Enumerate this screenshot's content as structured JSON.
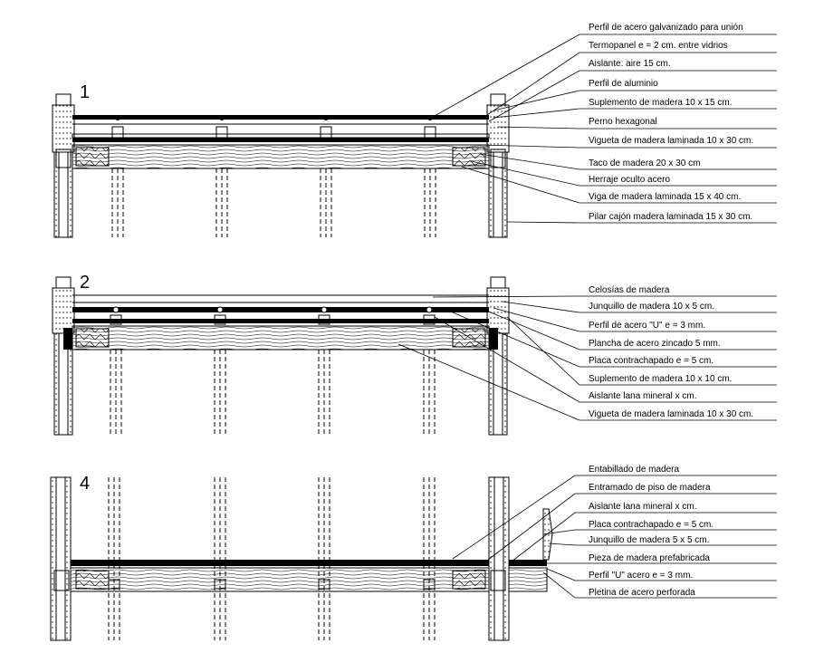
{
  "sections": [
    {
      "number": "1",
      "labels": [
        "Perfil de acero galvanizado para unión",
        "Termopanel e = 2 cm. entre vidrios",
        "Aislante: aire 15 cm.",
        "Perfil de aluminio",
        "Suplemento de madera 10 x 15 cm.",
        "Perno hexagonal",
        "Vigueta de madera laminada 10 x 30 cm.",
        "Taco de madera 20 x 30 cm",
        "Herraje oculto acero",
        "Viga de madera laminada 15 x 40 cm.",
        "Pilar cajón madera laminada 15 x 30 cm."
      ]
    },
    {
      "number": "2",
      "labels": [
        "Celosías de madera",
        "Junquillo de madera 10 x 5 cm.",
        "Perfil de acero \"U\" e = 3 mm.",
        "Plancha de acero zincado 5 mm.",
        "Placa contrachapado e = 5 cm.",
        "Suplemento de madera 10 x 10 cm.",
        "Aislante lana mineral x cm.",
        "Vigueta de madera laminada 10 x 30 cm."
      ]
    },
    {
      "number": "4",
      "labels": [
        "Entabillado de madera",
        "Entramado de piso de madera",
        "Aislante lana mineral x cm.",
        "Placa contrachapado e = 5 cm.",
        "Junquillo de madera 5 x 5 cm.",
        "Pieza de madera prefabricada",
        "Perfil \"U\" acero e = 3 mm.",
        "Pletina de acero perforada"
      ]
    }
  ]
}
